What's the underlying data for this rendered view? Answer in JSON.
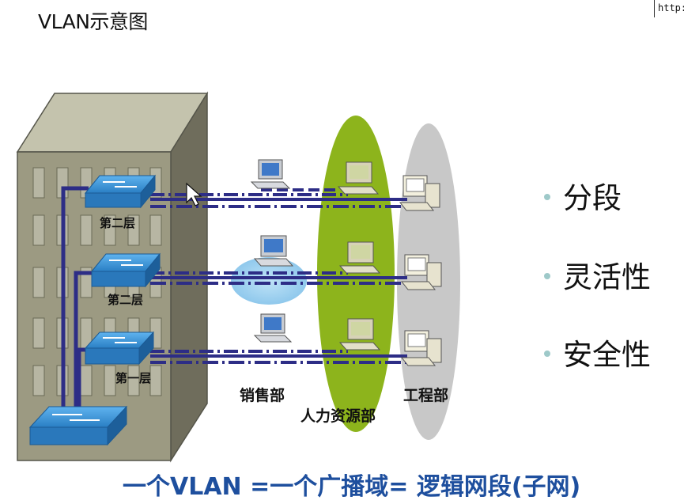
{
  "slide": {
    "title": "VLAN示意图",
    "url_fragment": "http:"
  },
  "floors": {
    "top": "第二层",
    "middle": "第二层",
    "bottom": "第一层"
  },
  "groups": {
    "sales": "销售部",
    "hr": "人力资源部",
    "engineering": "工程部"
  },
  "bullets": [
    "分段",
    "灵活性",
    "安全性"
  ],
  "caption": "一个VLAN =一个广播域= 逻辑网段(子网)",
  "colors": {
    "building": "#9c9a82",
    "sales_ellipse": "#9fd0ef",
    "hr_ellipse": "#8db41c",
    "engineering_ellipse": "#c8c8c8",
    "switch": "#2f8bd0",
    "vlan_line": "#2d2d86",
    "caption": "#1e4f9e"
  }
}
